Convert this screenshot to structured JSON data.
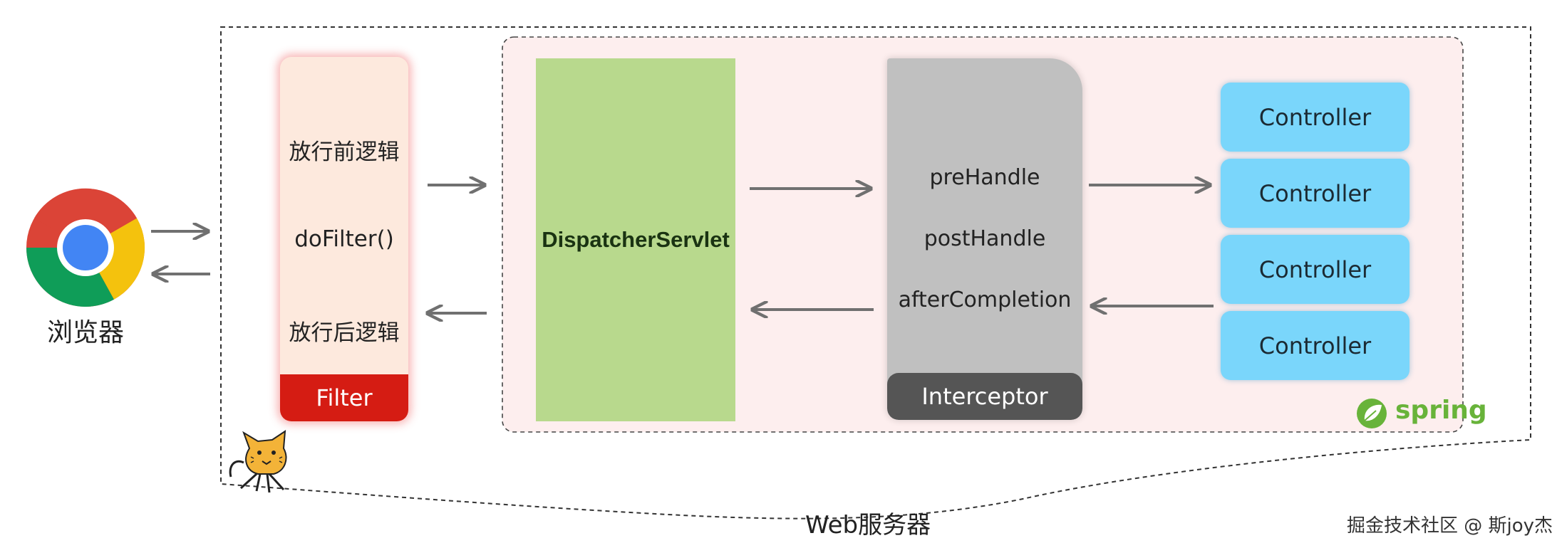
{
  "browser": {
    "label": "浏览器",
    "icon": "chrome-icon"
  },
  "filter": {
    "before_text": "放行前逻辑",
    "call_text": "doFilter()",
    "after_text": "放行后逻辑",
    "footer_label": "Filter",
    "footer_color": "#d51c13"
  },
  "dispatcher": {
    "label": "DispatcherServlet",
    "color": "#b8d98d"
  },
  "interceptor": {
    "methods": [
      "preHandle",
      "postHandle",
      "afterCompletion"
    ],
    "footer_label": "Interceptor"
  },
  "controllers": [
    "Controller",
    "Controller",
    "Controller",
    "Controller"
  ],
  "spring": {
    "label": "spring",
    "icon": "spring-leaf-icon"
  },
  "tomcat": {
    "icon": "tomcat-cat-icon"
  },
  "web_server": {
    "label": "Web服务器"
  },
  "watermark": "掘金技术社区 @ 斯joy杰",
  "colors": {
    "arrow": "#707070",
    "controller": "#7ad6fb",
    "spring_area": "#fdeeee",
    "interceptor": "#c0c0c0"
  }
}
